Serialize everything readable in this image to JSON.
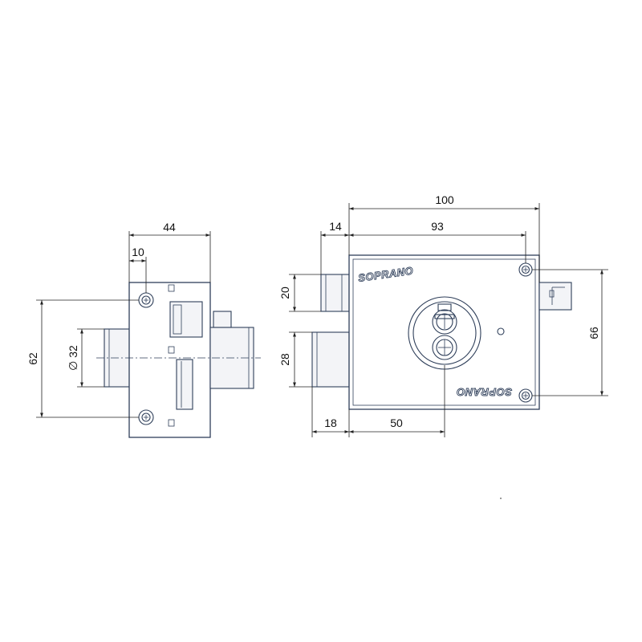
{
  "brand": "SOPRANO",
  "side_view": {
    "dimensions": {
      "width_total": "44",
      "hole_offset": "10",
      "height": "62",
      "cylinder_diameter": "∅ 32"
    }
  },
  "front_view": {
    "dimensions": {
      "overall_width": "100",
      "case_width": "93",
      "backset": "14",
      "upper_bolt_height": "20",
      "lower_bolt_height": "28",
      "hole_spacing": "66",
      "bolt_projection": "18",
      "cylinder_offset": "50"
    }
  },
  "colors": {
    "line": "#2f3f5a",
    "dimension": "#222222"
  }
}
